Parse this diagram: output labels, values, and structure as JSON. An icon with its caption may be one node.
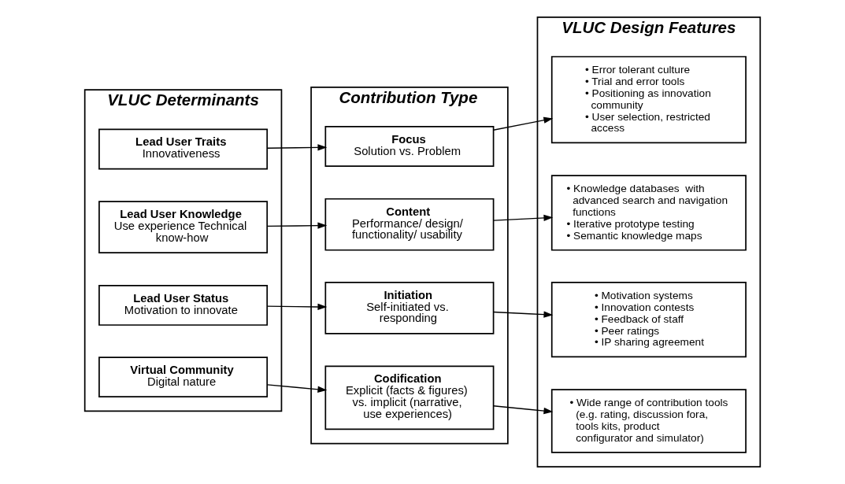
{
  "diagram": {
    "nodes": [
      {
        "text": [
          "VLUC Determinants"
        ]
      },
      {
        "text": [
          "Lead User Traits",
          "Innovativeness"
        ],
        "in": 0
      },
      {
        "text": [
          "Lead User Knowledge",
          "Use experience Technical know-how"
        ],
        "in": 0
      },
      {
        "text": [
          "Lead User Status",
          "Motivation to innovate"
        ],
        "in": 0
      },
      {
        "text": [
          "Virtual Community",
          "Digital nature"
        ],
        "in": 0
      },
      {
        "text": [
          "Contribution Type"
        ]
      },
      {
        "text": [
          "Focus",
          "Solution vs. Problem"
        ],
        "in": 5
      },
      {
        "text": [
          "Content",
          "Performance/ design/ functionality/ usability"
        ],
        "in": 5
      },
      {
        "text": [
          "Initiation",
          "Self-initiated vs. responding"
        ],
        "in": 5
      },
      {
        "text": [
          "Codification",
          "Explicit (facts & figures) vs. implicit (narrative, use experiences)"
        ],
        "in": 5
      },
      {
        "text": [
          "VLUC Design Features"
        ]
      },
      {
        "text": [
          "• Error tolerant culture",
          "• Trial and error tools",
          "• Positioning as innovation community",
          "• User selection, restricted access"
        ],
        "in": 10
      },
      {
        "text": [
          "• Knowledge databases  with advanced search and navigation functions",
          "• Iterative prototype testing",
          "• Semantic knowledge maps"
        ],
        "in": 10
      },
      {
        "text": [
          "• Motivation systems",
          "• Innovation contests",
          "• Feedback of staff",
          "• Peer ratings",
          "• IP sharing agreement"
        ],
        "in": 10
      },
      {
        "text": [
          "• Wide range of contribution tools (e.g. rating, discussion fora, tools kits, product configurator and simulator)"
        ],
        "in": 10
      }
    ],
    "edges": [
      {
        "from": 1,
        "to": 6,
        "arrow": "to"
      },
      {
        "from": 6,
        "to": 11,
        "arrow": "to"
      },
      {
        "from": 2,
        "to": 7,
        "arrow": "to"
      },
      {
        "from": 7,
        "to": 12,
        "arrow": "to"
      },
      {
        "from": 3,
        "to": 8,
        "arrow": "to"
      },
      {
        "from": 8,
        "to": 13,
        "arrow": "to"
      },
      {
        "from": 4,
        "to": 9,
        "arrow": "to"
      },
      {
        "from": 9,
        "to": 14,
        "arrow": "to"
      }
    ]
  }
}
